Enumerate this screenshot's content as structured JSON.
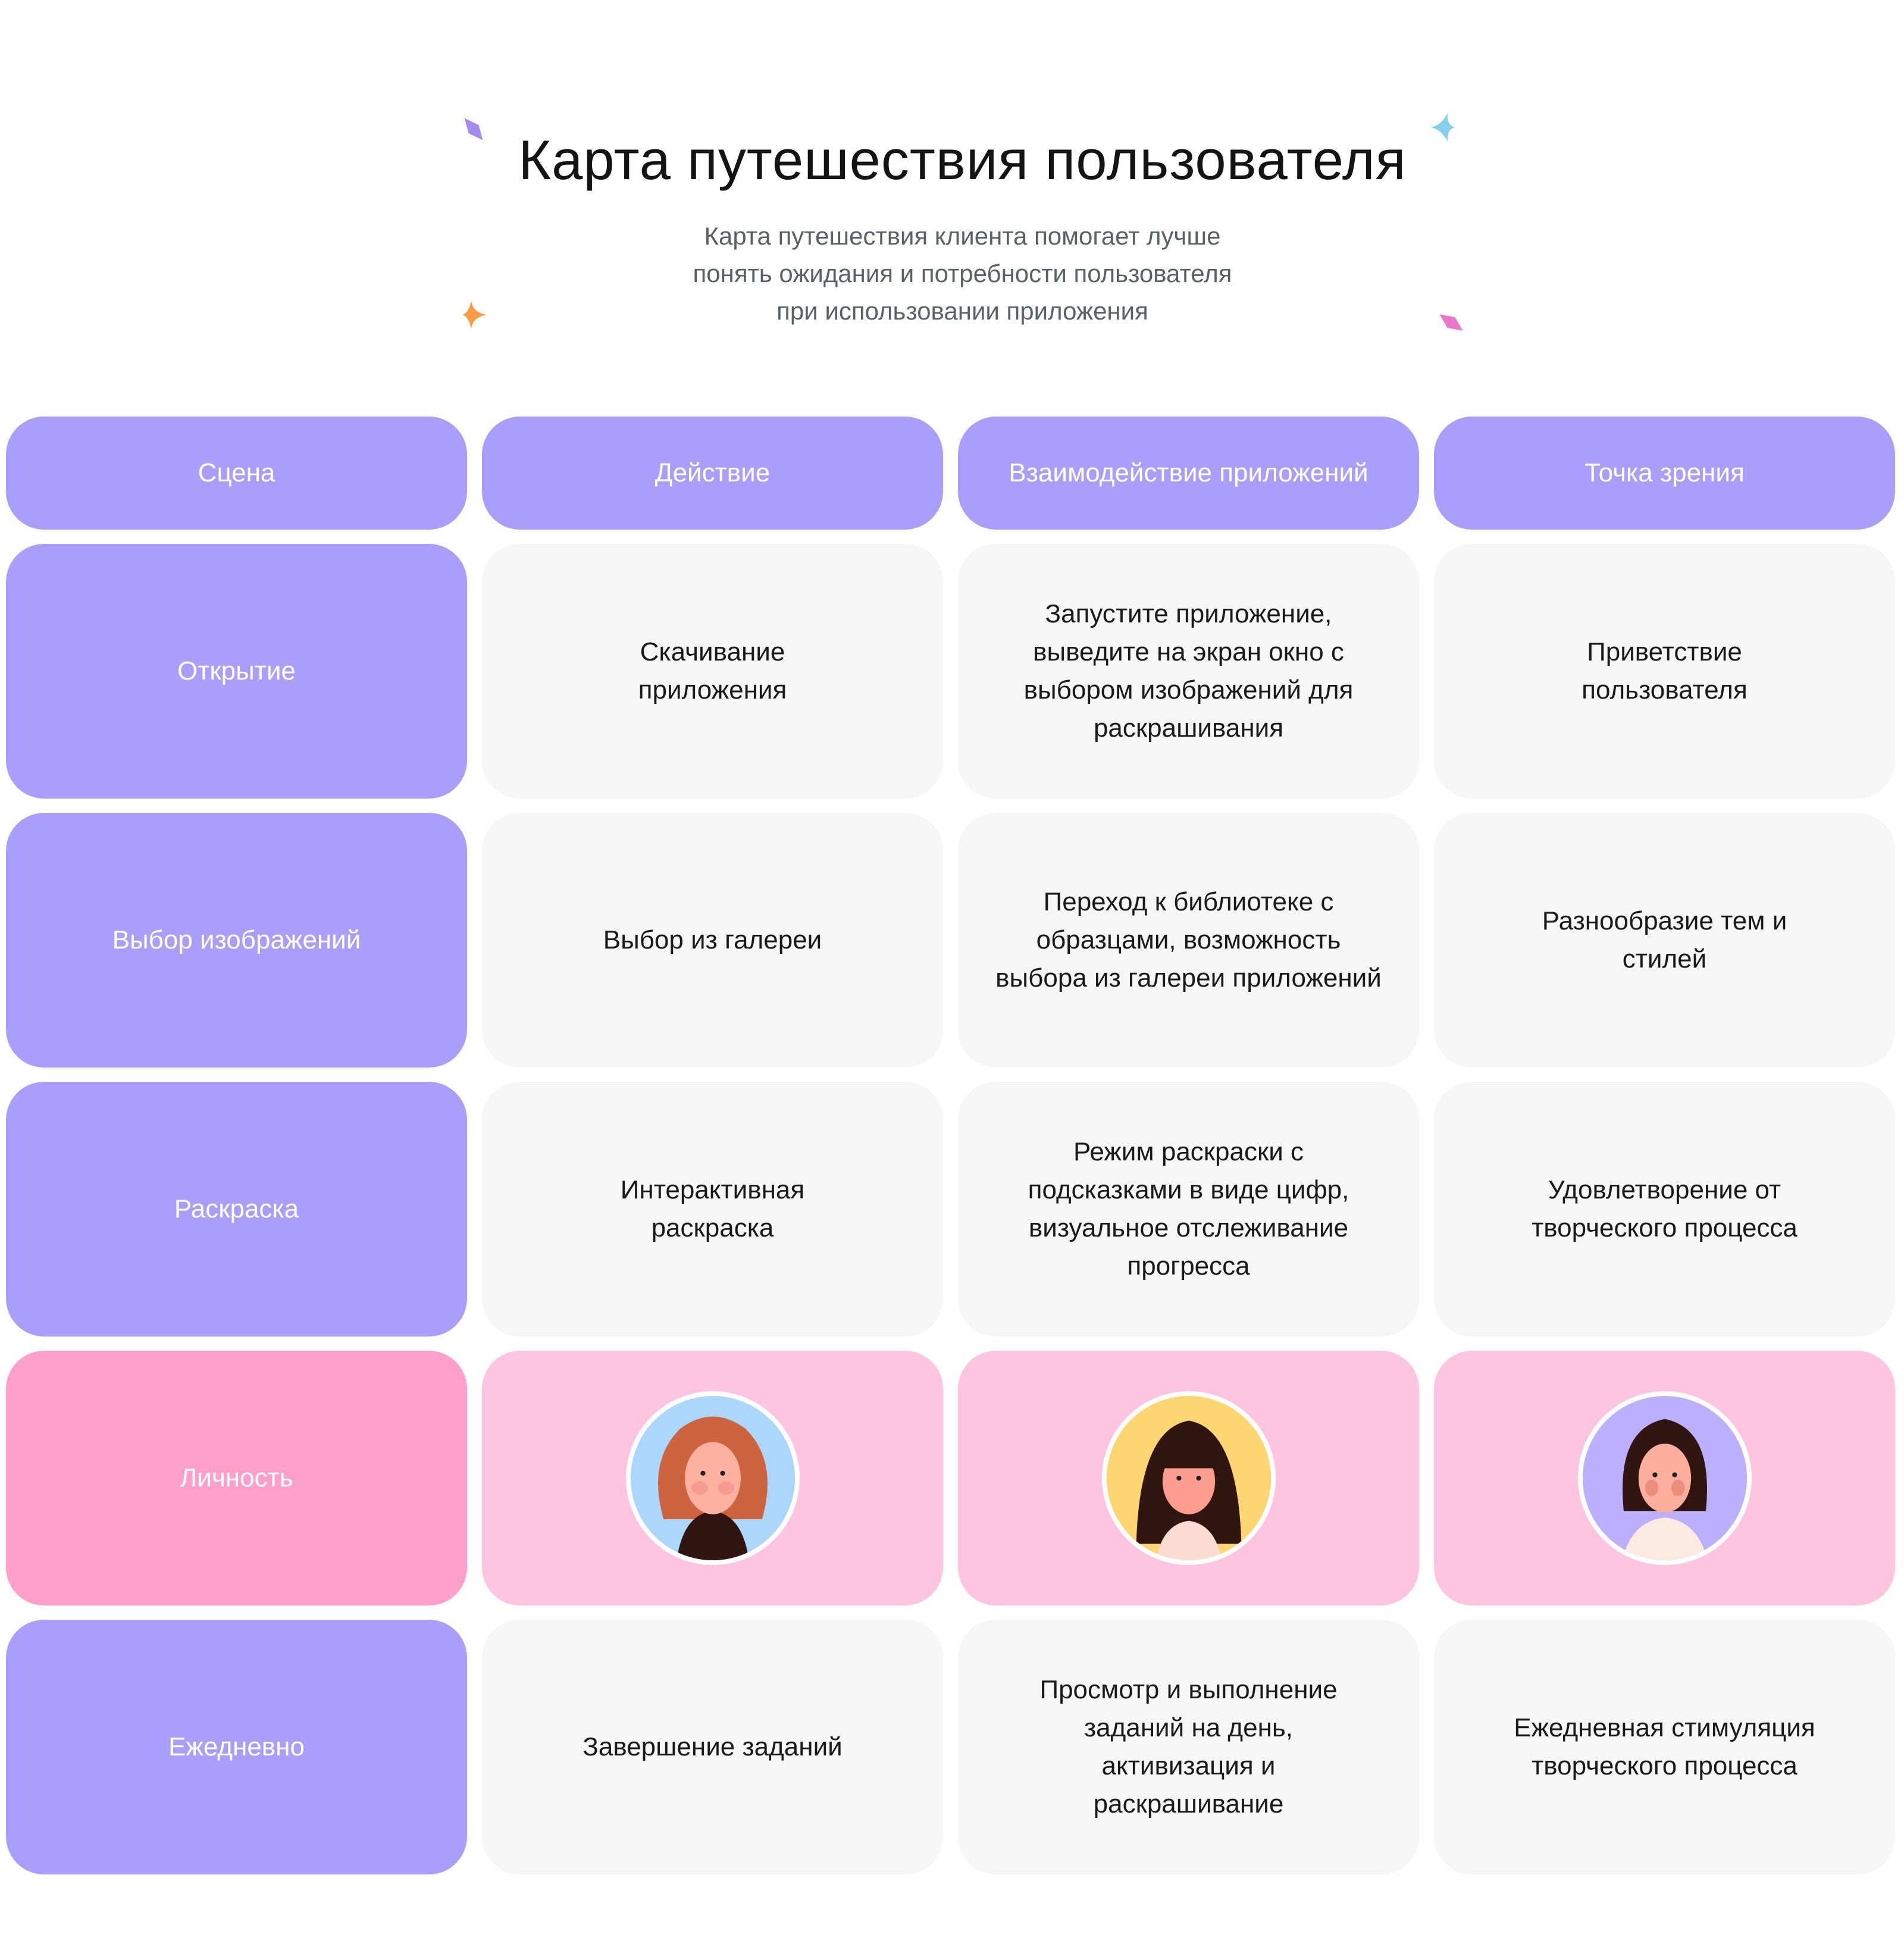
{
  "header": {
    "title": "Карта путешествия пользователя",
    "subtitle_lines": [
      "Карта путешествия клиента помогает лучше",
      "понять ожидания и потребности пользователя",
      "при использовании приложения"
    ]
  },
  "columns": [
    "Сцена",
    "Действие",
    "Взаимодействие приложений",
    "Точка зрения"
  ],
  "rows": [
    {
      "stage": "Открытие",
      "action": "Скачивание приложения",
      "interaction": "Запустите приложение, выведите на экран окно с выбором изображений для раскрашивания",
      "viewpoint": "Приветствие пользователя"
    },
    {
      "stage": "Выбор изображений",
      "action": "Выбор из галереи",
      "interaction": "Переход к библиотеке с образцами, возможность выбора из галереи приложений",
      "viewpoint": "Разнообразие тем и стилей"
    },
    {
      "stage": "Раскраска",
      "action": "Интерактивная раскраска",
      "interaction": "Режим раскраски с подсказками в виде цифр, визуальное отслеживание прогресса",
      "viewpoint": "Удовлетворение от творческого процесса"
    },
    {
      "stage": "Личность",
      "avatars": [
        "avatar-redhead-woman",
        "avatar-dark-hair-girl",
        "avatar-curly-man"
      ]
    },
    {
      "stage": "Ежедневно",
      "action": "Завершение заданий",
      "interaction": "Просмотр и выполнение заданий на день, активизация и раскрашивание",
      "viewpoint": "Ежедневная стимуляция творческого процесса"
    }
  ],
  "colors": {
    "accent_purple": "#ab9dfc",
    "accent_pink": "#ff9fca",
    "pink_cell": "#ffc4df",
    "cell_bg": "#f6f6f6"
  }
}
